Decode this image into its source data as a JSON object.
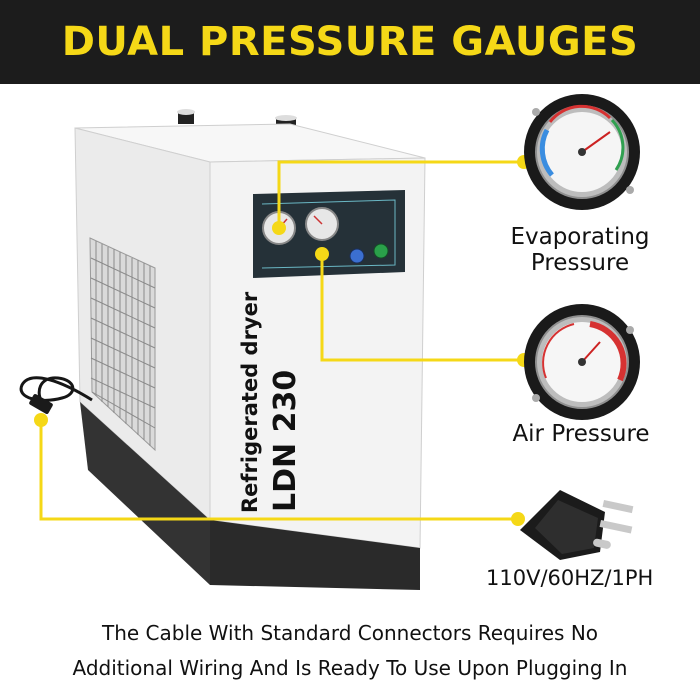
{
  "header": {
    "title": "DUAL PRESSURE GAUGES"
  },
  "callouts": {
    "evaporating_line1": "Evaporating",
    "evaporating_line2": "Pressure",
    "air": "Air Pressure",
    "power_spec": "110V/60HZ/1PH"
  },
  "product": {
    "subtitle": "Refrigerated dryer",
    "model": "LDN 230"
  },
  "footer": {
    "line1": "The Cable With Standard Connectors Requires No",
    "line2": "Additional Wiring And Is Ready To Use Upon Plugging In"
  },
  "colors": {
    "banner_bg": "#1c1c1c",
    "accent_yellow": "#f5d817",
    "cabinet_white": "#f2f2f2",
    "base_dark": "#2a2a2a"
  }
}
